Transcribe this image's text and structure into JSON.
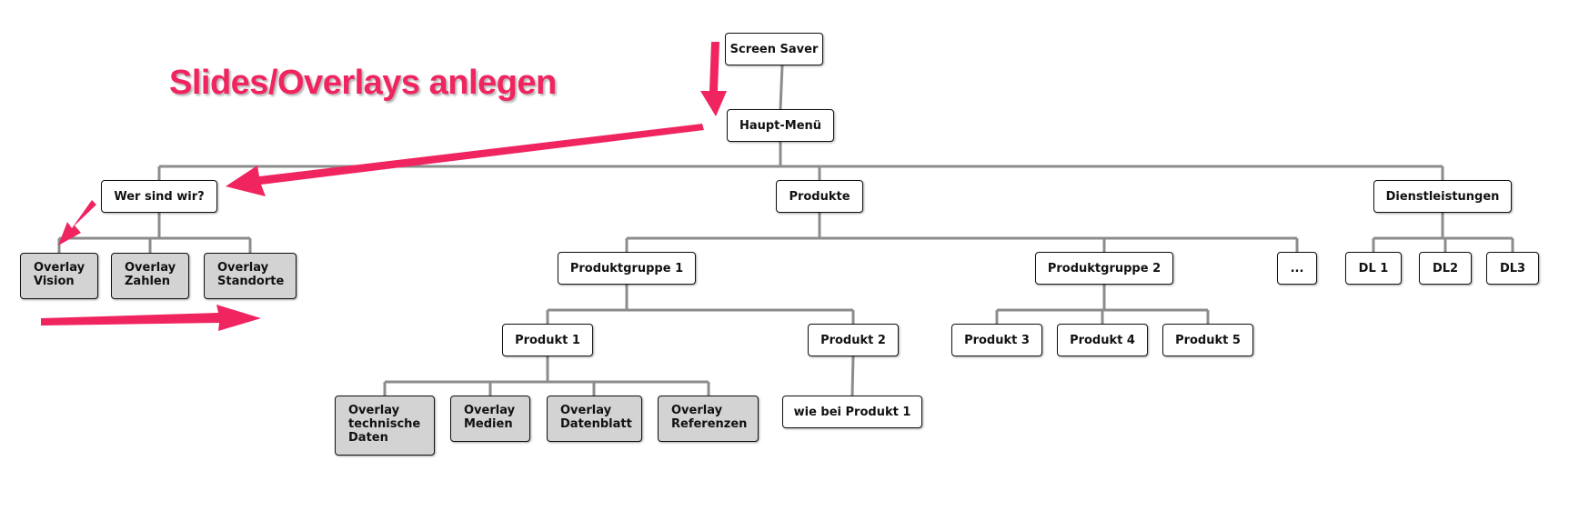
{
  "headline": "Slides/Overlays anlegen",
  "colors": {
    "accent": "#f0245f",
    "connector": "#8c8c8c",
    "node_fill": "#ffffff",
    "overlay_fill": "#d3d3d3",
    "node_border": "#111111"
  },
  "tree": {
    "screen_saver": "Screen Saver",
    "main_menu": "Haupt-Menü",
    "about": {
      "label": "Wer sind wir?",
      "overlays": [
        "Overlay\nVision",
        "Overlay\nZahlen",
        "Overlay\nStandorte"
      ]
    },
    "products": {
      "label": "Produkte",
      "group1": {
        "label": "Produktgruppe 1",
        "product1": {
          "label": "Produkt 1",
          "overlays": [
            "Overlay\ntechnische\nDaten",
            "Overlay\nMedien",
            "Overlay\nDatenblatt",
            "Overlay\nReferenzen"
          ]
        },
        "product2": {
          "label": "Produkt 2",
          "child": "wie bei Produkt 1"
        }
      },
      "group2": {
        "label": "Produktgruppe 2",
        "products": [
          "Produkt 3",
          "Produkt 4",
          "Produkt 5"
        ]
      },
      "more": "..."
    },
    "services": {
      "label": "Dienstleistungen",
      "items": [
        "DL 1",
        "DL2",
        "DL3"
      ]
    }
  }
}
